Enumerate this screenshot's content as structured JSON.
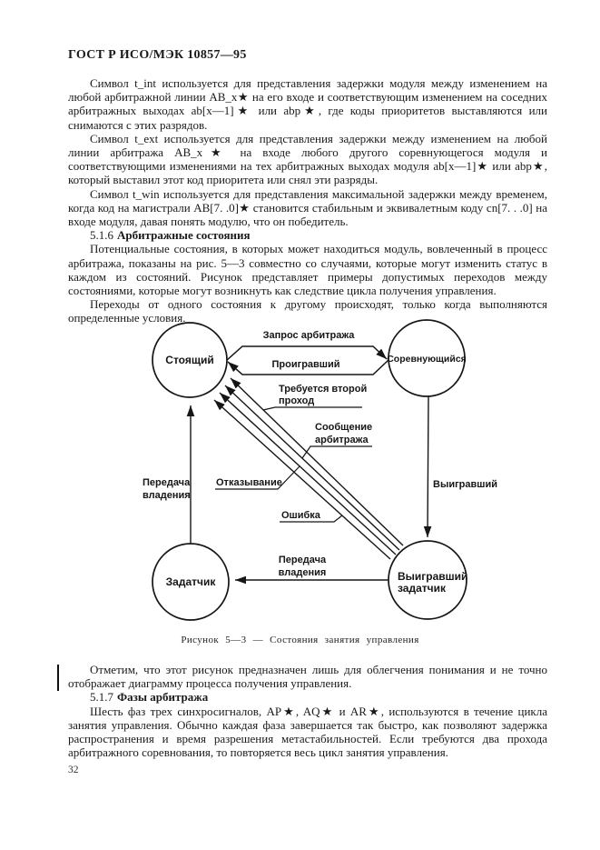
{
  "page": {
    "header": "ГОСТ Р ИСО/МЭК 10857—95",
    "page_number": "32"
  },
  "content": {
    "para_t_int": "Символ t_int используется для представления задержки модуля между изменением на любой арбитражной линии AB_x★ на его входе и соответствующим изменением на соседних арбитражных выходах ab[x—1]★ или abp★, где коды приоритетов выставляются или снимаются с этих разрядов.",
    "para_t_ext": "Символ t_ext используется для представления задержки между изменением на любой линии арбитража AB_x★ на входе любого другого соревнующегося модуля и соответствующими изменениями на тех арбитражных выходах модуля ab[x—1]★ или abp★, который выставил этот код приоритета или снял эти разряды.",
    "para_t_win": "Символ t_win используется для представления максимальной задержки между временем, когда код на магистрали AB[7. .0]★ становится стабильным и эквивалетным коду cn[7. . .0] на входе модуля, давая понять модулю, что он победитель.",
    "sec_516_num": "5.1.6",
    "sec_516_title": "Арбитражные состояния",
    "para_states_1": "Потенциальные состояния, в которых может находиться модуль, вовлеченный в процесс арбитража, показаны на рис. 5—3 совместно со случаями, которые могут изменить статус в каждом из состояний. Рисунок представляет примеры допустимых переходов между состояниями, которые могут возникнуть как следствие цикла получения управления.",
    "para_states_2": "Переходы от одного состояния к другому происходят, только когда выполняются определенные условия.",
    "para_note": "Отметим, что этот рисунок предназначен лишь для облегчения понимания и не точно отображает диаграмму процесса получения управления.",
    "sec_517_num": "5.1.7",
    "sec_517_title": "Фазы арбитража",
    "para_phases": "Шесть фаз трех синхросигналов, AP★, AQ★ и AR★, используются в течение цикла занятия управления. Обычно каждая фаза завершается так быстро, как позволяют задержка распространения и время разрешения метастабильностей. Если требуются два прохода арбитражного соревнования, то повторяется весь цикл занятия управления."
  },
  "figure": {
    "type": "state-diagram",
    "caption": "Рисунок 5—3 — Состояния занятия управления",
    "states": {
      "standing": "Стоящий",
      "competing": "Соревнующийся",
      "master": "Задатчик",
      "winner_l1": "Выигравший",
      "winner_l2": "задатчик"
    },
    "transitions": {
      "request": "Запрос арбитража",
      "loser": "Проигравший",
      "second_pass_l1": "Требуется второй",
      "second_pass_l2": "проход",
      "arb_message_l1": "Сообщение",
      "arb_message_l2": "арбитража",
      "refusal": "Отказывание",
      "error": "Ошибка",
      "ownership_left_l1": "Передача",
      "ownership_left_l2": "владения",
      "winner_edge": "Выигравший",
      "ownership_bottom_l1": "Передача",
      "ownership_bottom_l2": "владения"
    }
  }
}
